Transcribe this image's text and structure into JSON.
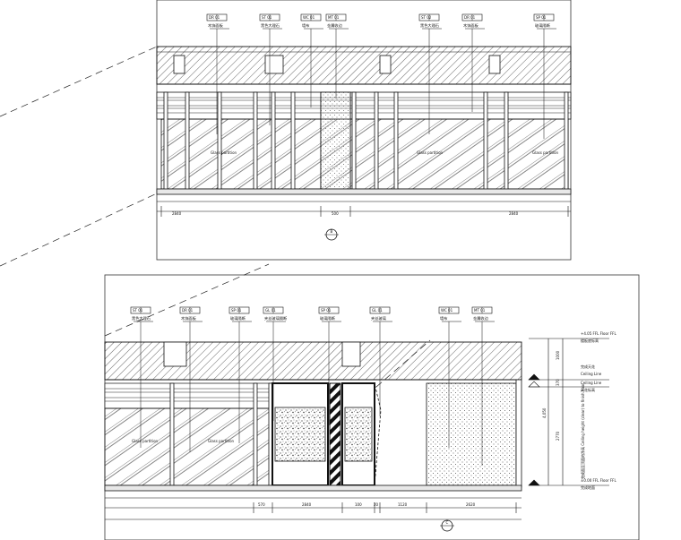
{
  "top_elevation": {
    "tags": [
      {
        "code": "DR  01",
        "label": "木饰面板"
      },
      {
        "code": "ST  01",
        "label": "黑色大理石"
      },
      {
        "code": "WC  01",
        "label": "墙布"
      },
      {
        "code": "MT  01",
        "label": "金属收边"
      },
      {
        "code": "ST  02",
        "label": "黑色大理石"
      },
      {
        "code": "DR  01",
        "label": "木饰面板"
      },
      {
        "code": "SP  01",
        "label": "玻璃隔断"
      }
    ],
    "panel_notes": [
      "Glass partition",
      "Glass partition"
    ],
    "dims": [
      "2840",
      "500",
      "2840"
    ],
    "symbol": "B"
  },
  "bottom_elevation": {
    "tags": [
      {
        "code": "ST  01",
        "label": "黑色大理石"
      },
      {
        "code": "DR  01",
        "label": "木饰面板"
      },
      {
        "code": "SP  01",
        "label": "玻璃隔断"
      },
      {
        "code": "GL  01",
        "label": "夹丝玻璃隔断"
      },
      {
        "code": "SP  01",
        "label": "玻璃隔断"
      },
      {
        "code": "GL  01",
        "label": "夹丝玻璃"
      },
      {
        "code": "WC  01",
        "label": "墙布"
      },
      {
        "code": "MT  01",
        "label": "金属收边"
      }
    ],
    "panel_notes": [
      "Glass partition",
      "Glass partition"
    ],
    "dims": [
      "570",
      "2840",
      "100",
      "20",
      "1120",
      "2620"
    ],
    "levels": [
      {
        "label": "+4.05 FFL Floor FFL",
        "sub": "楼板底标高"
      },
      {
        "label": "完成天花",
        "sub": "Ceiling Line"
      },
      {
        "label": "Ceiling Line",
        "sub": "天花标高"
      },
      {
        "label": "±0.00 FFL Floor FFL",
        "sub": "完成地面"
      }
    ],
    "level_dims": [
      "1000",
      "370",
      "2770",
      "4,050"
    ],
    "side_note": "完成面至顶面的净高 Ceiling height (clear) to finish floor",
    "symbol": "C"
  }
}
